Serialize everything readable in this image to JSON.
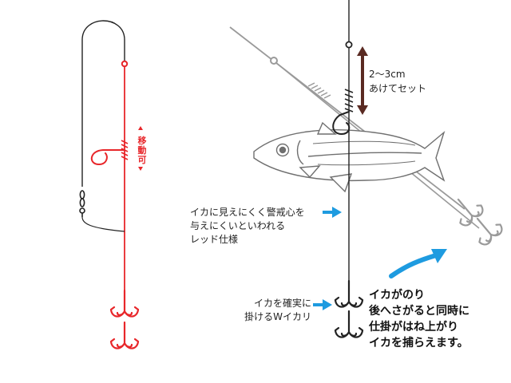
{
  "colors": {
    "red_rig": "#e8262a",
    "line_black": "#222222",
    "line_gray": "#9a9a9a",
    "arrow_blue": "#1e9be0",
    "gap_arrow": "#5a2a22",
    "fish_gray": "#6f6f6f"
  },
  "labels": {
    "movable": "移動可",
    "gap": "2〜3cm\nあけてセット",
    "red_note": "イカに見えにくく警戒心を\n与えにくいといわれる\nレッド仕様",
    "w_hook_note": "イカを確実に\n掛けるWイカリ",
    "action_note": "イカがのり\n後へさがると同時に\n仕掛がはね上がり\nイカを捕らえます。"
  }
}
